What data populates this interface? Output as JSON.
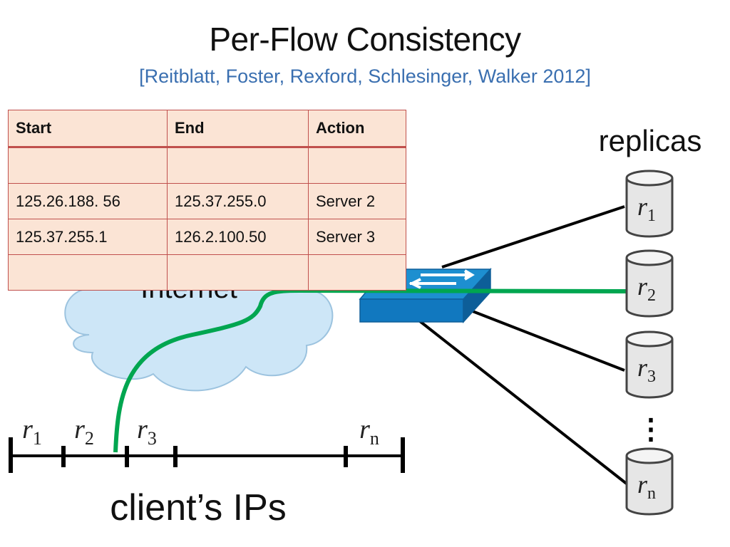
{
  "title": "Per-Flow Consistency",
  "citation": "[Reitblatt, Foster, Rexford, Schlesinger, Walker 2012]",
  "cloud_label": "Internet",
  "replicas_label": "replicas",
  "clients_label": "client’s IPs",
  "table": {
    "headers": [
      "Start",
      "End",
      "Action"
    ],
    "rows": [
      [
        "",
        "",
        ""
      ],
      [
        "125.26.188. 56",
        "125.37.255.0",
        "Server 2"
      ],
      [
        "125.37.255.1",
        "126.2.100.50",
        "Server 3"
      ],
      [
        "",
        "",
        ""
      ]
    ]
  },
  "replicas": [
    {
      "base": "r",
      "sub": "1"
    },
    {
      "base": "r",
      "sub": "2"
    },
    {
      "base": "r",
      "sub": "3"
    },
    {
      "base": "r",
      "sub": "n"
    }
  ],
  "ip_ranges": [
    {
      "base": "r",
      "sub": "1"
    },
    {
      "base": "r",
      "sub": "2"
    },
    {
      "base": "r",
      "sub": "3"
    },
    {
      "base": "r",
      "sub": "n"
    }
  ],
  "ellipsis": "⋮",
  "colors": {
    "title": "#111111",
    "citation": "#3a6fb0",
    "cloud_fill": "#cde6f7",
    "cloud_stroke": "#9cc3df",
    "switch_top": "#1d8fd0",
    "switch_front": "#1178bf",
    "flow_path": "#00a650",
    "table_fill": "#fbe4d5",
    "table_border": "#c0504d",
    "replica_fill": "#e6e6e6",
    "replica_stroke": "#444444"
  },
  "icons": [
    "cloud-icon",
    "switch-icon",
    "server-cylinder-icon"
  ]
}
